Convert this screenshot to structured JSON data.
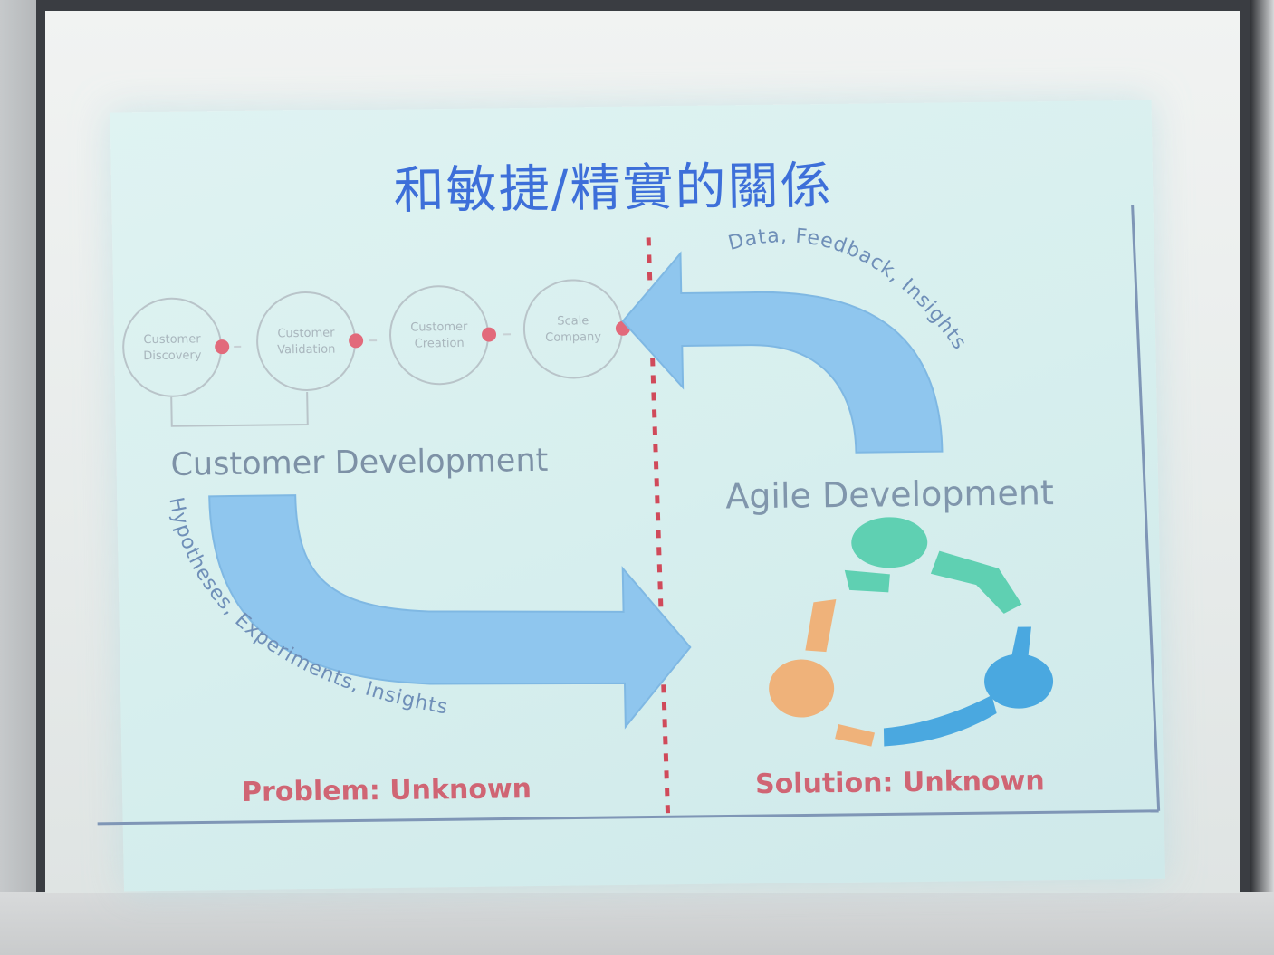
{
  "slide": {
    "title": "和敏捷/精實的關係",
    "customer_development_label": "Customer Development",
    "agile_development_label": "Agile Development",
    "problem_label": "Problem: Unknown",
    "solution_label": "Solution: Unknown",
    "top_arrow_caption": "Data, Feedback, Insights",
    "bottom_arrow_caption": "Hypotheses, Experiments, Insights",
    "process_steps": [
      {
        "line1": "Customer",
        "line2": "Discovery"
      },
      {
        "line1": "Customer",
        "line2": "Validation"
      },
      {
        "line1": "Customer",
        "line2": "Creation"
      },
      {
        "line1": "Scale",
        "line2": "Company"
      }
    ]
  },
  "colors": {
    "title": "#3d6fd9",
    "arrow_fill": "#8fc6ee",
    "divider": "#d04a5a",
    "alert_red": "#d06574",
    "cycle_teal": "#5fd0b2",
    "cycle_blue": "#4aa8e0",
    "cycle_orange": "#efb27a"
  },
  "icons": [
    "stop-marker-icon",
    "agile-cycle-icon",
    "curved-arrow-icon"
  ]
}
